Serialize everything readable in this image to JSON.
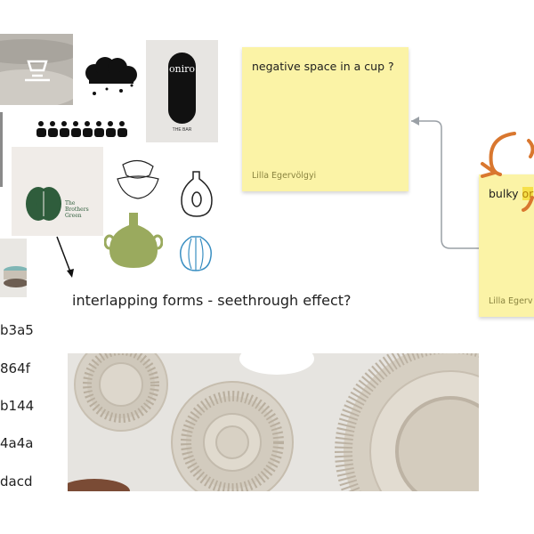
{
  "canvas": {
    "caption": "interlapping forms - seethrough effect?",
    "hex_codes": [
      "b3a5",
      "864f",
      "b144",
      "4a4a",
      "dacd"
    ],
    "images": {
      "logo_oniro": {
        "text": "oniro",
        "sub": "THE BAR"
      },
      "logo_brothers_green": {
        "line1": "The",
        "line2": "Brothers",
        "line3": "Green"
      }
    }
  },
  "notes": [
    {
      "text": "negative space in a cup ?",
      "author": "Lilla Egervölgyi"
    },
    {
      "text_part1": "bulky ",
      "text_highlight": "or",
      "author": "Lilla Egerv"
    }
  ],
  "colors": {
    "sticky": "#fbf3a6",
    "highlight": "#f6e04a",
    "arrow_orange": "#d9772f",
    "vase_green": "#9aaa5e"
  }
}
